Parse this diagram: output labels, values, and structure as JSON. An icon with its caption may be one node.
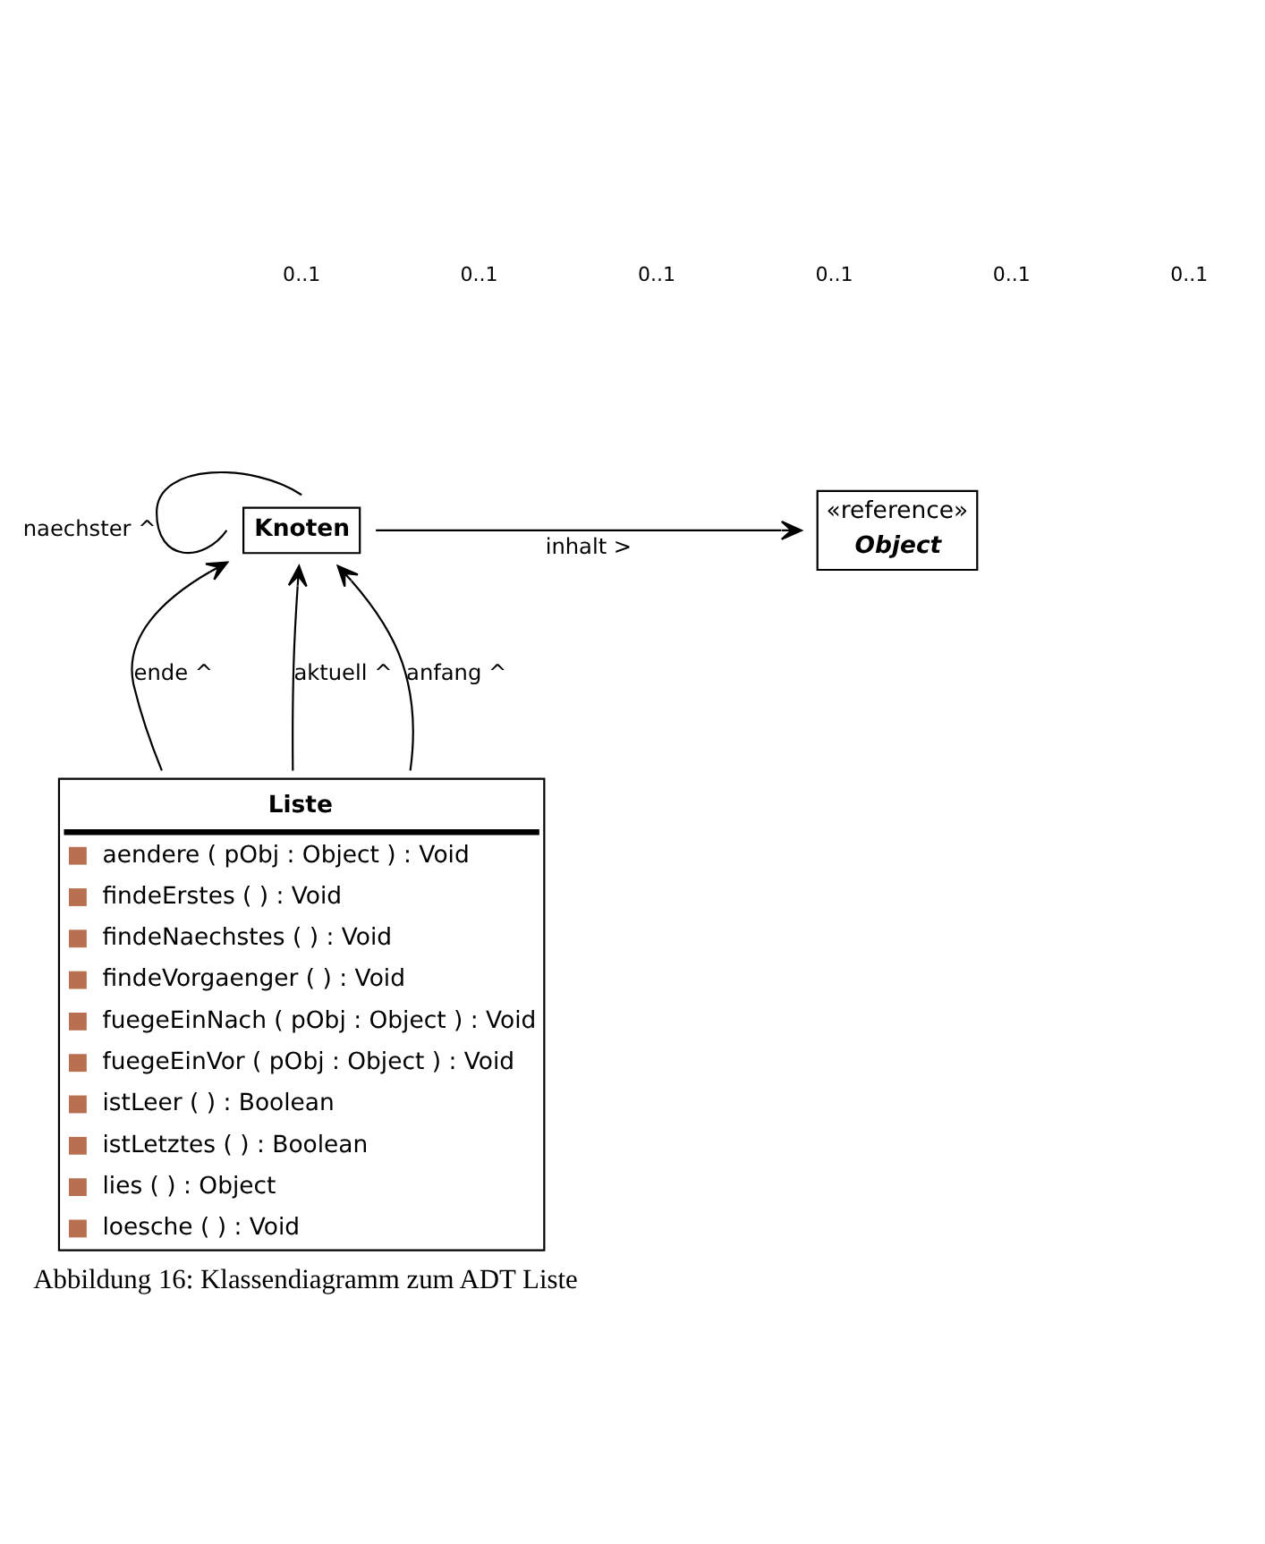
{
  "diagram": {
    "caption": "Abbildung 16: Klassendiagramm zum ADT Liste",
    "nodes": [
      {
        "text": [
          "Knoten"
        ]
      },
      {
        "text": [
          "«reference»",
          "Object"
        ]
      },
      {
        "text": [
          "Liste",
          "aendere ( pObj : Object ) : Void",
          "findeErstes ( ) : Void",
          "findeNaechstes ( ) : Void",
          "findeVorgaenger ( ) : Void",
          "fuegeEinNach ( pObj : Object ) : Void",
          "fuegeEinVor ( pObj : Object ) : Void",
          "istLeer ( ) : Boolean",
          "istLetztes ( ) : Boolean",
          "lies ( ) : Object",
          "loesche ( ) : Void"
        ]
      }
    ],
    "edges": [
      {
        "from": 0,
        "to": 0,
        "arrow": "none",
        "label": "naechster ^"
      },
      {
        "from": 0,
        "to": 1,
        "arrow": "to",
        "label": "inhalt >"
      },
      {
        "from": 2,
        "to": 0,
        "arrow": "to",
        "label": "ende ^"
      },
      {
        "from": 2,
        "to": 0,
        "arrow": "to",
        "label": "aktuell ^"
      },
      {
        "from": 2,
        "to": 0,
        "arrow": "to",
        "label": "anfang ^"
      }
    ],
    "labels": [
      "0..1",
      "0..1",
      "0..1",
      "0..1",
      "0..1",
      "0..1"
    ]
  }
}
